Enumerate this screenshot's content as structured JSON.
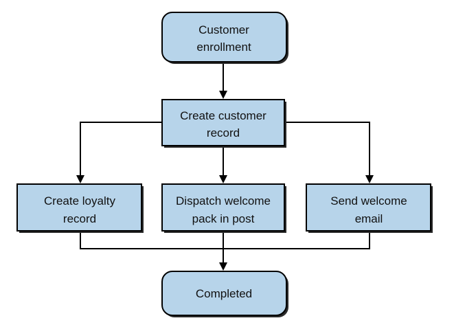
{
  "diagram": {
    "nodes": {
      "customer_enrollment": {
        "line1": "Customer",
        "line2": "enrollment"
      },
      "create_customer_record": {
        "line1": "Create customer",
        "line2": "record"
      },
      "create_loyalty_record": {
        "line1": "Create loyalty",
        "line2": "record"
      },
      "dispatch_welcome_pack": {
        "line1": "Dispatch welcome",
        "line2": "pack in post"
      },
      "send_welcome_email": {
        "line1": "Send welcome",
        "line2": "email"
      },
      "completed": {
        "line1": "Completed"
      }
    },
    "colors": {
      "node_fill": "#b7d4ea",
      "node_border": "#000000",
      "connector": "#000000"
    }
  }
}
